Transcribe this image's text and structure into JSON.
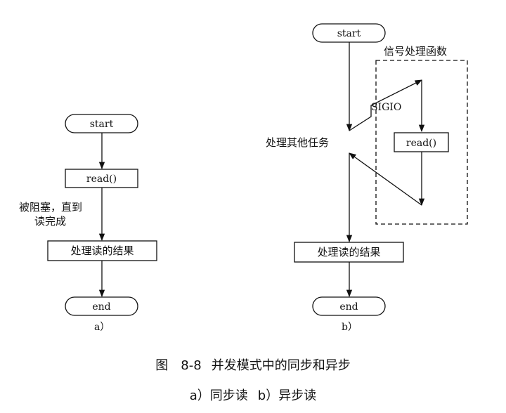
{
  "diagram_a": {
    "start": "start",
    "read": "read()",
    "blocked_line1": "被阻塞，直到",
    "blocked_line2": "读完成",
    "process": "处理读的结果",
    "end": "end",
    "label": "a）"
  },
  "diagram_b": {
    "start": "start",
    "handler_title": "信号处理函数",
    "signal": "SIGIO",
    "other_tasks": "处理其他任务",
    "read": "read()",
    "process": "处理读的结果",
    "end": "end",
    "label": "b）"
  },
  "caption": {
    "figure_word": "图",
    "figure_number": "8-8",
    "title": "并发模式中的同步和异步",
    "sub_a": "a）同步读",
    "sub_b": "b）异步读"
  }
}
